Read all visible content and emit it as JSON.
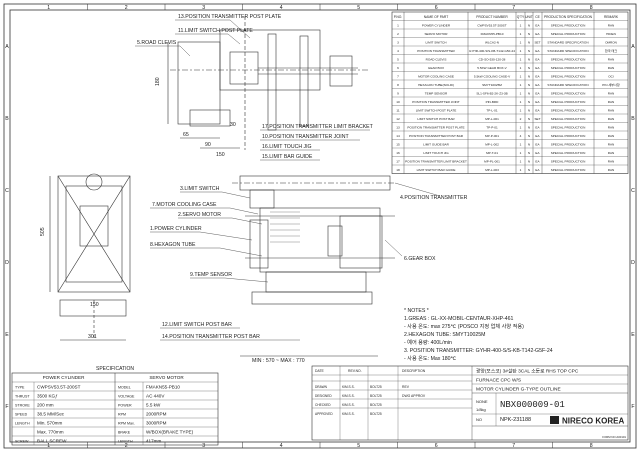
{
  "border": {
    "columns": [
      "1",
      "2",
      "3",
      "4",
      "5",
      "6",
      "7",
      "8"
    ],
    "rows": [
      "A",
      "B",
      "C",
      "D",
      "E",
      "F"
    ]
  },
  "parts_table": {
    "headers": [
      "P.NO.",
      "NAME OF PART",
      "PRODUCT NUMBER",
      "Q'TY",
      "UNIT",
      "CE",
      "PRODUCTION SPECIFICATION",
      "REMARK"
    ],
    "rows": [
      [
        "1",
        "POWER CYLINDER",
        "CWPSV53.5T-200ST",
        "1",
        "N",
        "EA",
        "SPECIAL PRODUCTION",
        "RAN"
      ],
      [
        "2",
        "SERVO MOTOR",
        "FMAKN55-PB10",
        "1",
        "N",
        "EA",
        "SPECIAL PRODUCTION",
        "HIDEN"
      ],
      [
        "3",
        "LIMIT SWITCH",
        "WLCA2-N",
        "1",
        "N",
        "SET",
        "STANDARD SPECIFICATION",
        "OMRON"
      ],
      [
        "4",
        "POSITION TRANSMITTER",
        "GYHR-400-S/S-KB-T142-G5F-24",
        "1",
        "N",
        "EA",
        "STANDARD SPECIFICATION",
        "한국 태크"
      ],
      [
        "5",
        "ROAD CLEVIS",
        "CD-SO-530-120-28",
        "1",
        "N",
        "EA",
        "SPECIAL PRODUCTION",
        "RAN"
      ],
      [
        "6",
        "GEAR BOX",
        "5.5KW GEAR BOX-V",
        "1",
        "N",
        "EA",
        "SPECIAL PRODUCTION",
        "RAN"
      ],
      [
        "7",
        "MOTOR COOLING CASE",
        "5.5kW COOLING CASE-V",
        "1",
        "N",
        "EA",
        "SPECIAL PRODUCTION",
        "OCI"
      ],
      [
        "8",
        "HEXAGON TUBE(SOLID)",
        "SMYT10025M",
        "1",
        "N",
        "EA",
        "STANDARD SPECIFICATION",
        "PIN 세부사항"
      ],
      [
        "9",
        "TEMP SENSOR",
        "SL1-SF6-B2-2K-Z3-3B",
        "1",
        "N",
        "EA",
        "SPECIAL PRODUCTION",
        "RAN"
      ],
      [
        "10",
        "POSITION TRANSMITTER JOINT",
        "PIN-BRD",
        "1",
        "N",
        "EA",
        "SPECIAL PRODUCTION",
        "RAN"
      ],
      [
        "11",
        "LIMIT SWITCH POST PLATE",
        "TP-L-01",
        "1",
        "N",
        "EA",
        "SPECIAL PRODUCTION",
        "RAN"
      ],
      [
        "12",
        "LIMIT SWITCH POST BAR",
        "MP-L-001",
        "2",
        "N",
        "SET",
        "SPECIAL PRODUCTION",
        "RAN"
      ],
      [
        "13",
        "POSITION TRANSMITTER POST PLATE",
        "TP-P-01",
        "1",
        "N",
        "EA",
        "SPECIAL PRODUCTION",
        "RAN"
      ],
      [
        "14",
        "POSITION TRANSMITTER POST BAR",
        "MP-P-001",
        "4",
        "N",
        "EA",
        "SPECIAL PRODUCTION",
        "RAN"
      ],
      [
        "15",
        "LIMIT GUIDE BAR",
        "MP-L-002",
        "1",
        "N",
        "EA",
        "SPECIAL PRODUCTION",
        "RAN"
      ],
      [
        "16",
        "LIMIT TOUCH JIG",
        "MP-T-01",
        "1",
        "N",
        "EA",
        "SPECIAL PRODUCTION",
        "RAN"
      ],
      [
        "17",
        "POSITION TRANSMITTER LIMIT BRACKET",
        "MP-PL-001",
        "1",
        "N",
        "EA",
        "SPECIAL PRODUCTION",
        "RAN"
      ],
      [
        "18",
        "LIMIT SWITCH BAR GUIDE",
        "MP-L-003",
        "1",
        "N",
        "EA",
        "SPECIAL PRODUCTION",
        "RAN"
      ]
    ]
  },
  "top_view_labels": {
    "post_plate_13": "13.POSITION TRANSMITTER POST PLATE",
    "post_plate_11": "11.LIMIT SWITCH POST PLATE",
    "road_clevis": "5.ROAD CLEVIS",
    "limit_bracket": "17.POSITION TRANSMITTER LIMIT BRACKET",
    "transmitter_joint": "10.POSITION TRANSMITTER JOINT",
    "touch_jig": "16.LIMIT TOUCH JIG",
    "guide_bar": "15.LIMIT BAR GUIDE"
  },
  "top_view_dims": [
    "180",
    "65",
    "90",
    "30",
    "150"
  ],
  "side_view_labels": {
    "limit_switch": "3.LIMIT SWITCH",
    "cooling_case": "7.MOTOR COOLING CASE",
    "servo": "2.SERVO MOTOR",
    "cylinder": "1.POWER CYLINDER",
    "hex_tube": "8.HEXAGON TUBE",
    "temp_sensor": "9.TEMP SENSOR",
    "transmitter": "4.POSITION TRANSMITTER",
    "gear_box": "6.GEAR BOX",
    "ls_post_bar": "12.LIMIT SWITCH POST BAR",
    "pt_post_bar": "14.POSITION TRANSMITTER POST BAR",
    "min_max": "MIN : 570 ~ MAX : 770"
  },
  "front_view_dims": [
    "505",
    "301",
    "150"
  ],
  "notes": {
    "title": "* NOTES *",
    "lines": [
      "1.GREAS : GL-XX-MOBIL-CENTAUR-XHP-461",
      "  - 사용 온도: max 275℃ (POSCO 지정 업체 사양 적용)",
      "2.HEXAGON TUBE: SMYT10025M",
      "  - 예어 용량: 400L/min",
      "3. POSITION TRANSMITTER: GYHR-400-S/S-KB-T142-G5F-24",
      "  - 사용 온도: Max 180℃"
    ]
  },
  "spec": {
    "title": "SPECIFICATION",
    "power_cylinder_header": "POWER CYLINDER",
    "servo_motor_header": "SERVO MOTOR",
    "rows": [
      [
        "TYPE",
        "CWPSV53.5T-200ST",
        "MODEL",
        "FMAKN55-PB10"
      ],
      [
        "THRUST",
        "3500 KGƒ",
        "VOLTAGE",
        "AC 440V"
      ],
      [
        "STROKE",
        "200 mm",
        "POWER",
        "5.5 kW"
      ],
      [
        "SPEED",
        "38.5 MM/Sec",
        "RPM",
        "2000RPM"
      ],
      [
        "LENGTH",
        "Min. 570mm",
        "RPM Max.",
        "3000RPM"
      ],
      [
        "",
        "Max. 770mm",
        "BRAKE",
        "W/BOX(BRAKE TYPE)"
      ],
      [
        "SCREW",
        "BALL SCREW",
        "LENGTH",
        "417mm"
      ]
    ]
  },
  "title_block": {
    "project": [
      "광양(포스코) 3#설탄 3CAL 소둔로 RHS TOP CPC",
      "FURNACE CPC W/S",
      "MOTOR CYLINDER G-TYPE OUTLINE"
    ],
    "rev_headers": [
      "DATE",
      "REV.NO.",
      "DESCRIPTION"
    ],
    "sign_rows": [
      [
        "DRAWN",
        "KIM.S.S.",
        "BOLT25"
      ],
      [
        "DESIGNED",
        "KIM.S.S.",
        "BOLT25"
      ],
      [
        "CHECKED",
        "KIM.S.S.",
        "BOLT25"
      ],
      [
        "APPROVED",
        "KIM.S.S.",
        "BOLT25"
      ]
    ],
    "desc_rows": [
      "REV",
      "DWG APPROV",
      "",
      ""
    ],
    "scale": "NONE",
    "size": "1/8kg",
    "dwg_no": "NBX000009-01",
    "no_label": "NO",
    "npk": "NPK-231188",
    "company": "NIRECO KOREA",
    "form_no": "FORM NO:A00101"
  }
}
